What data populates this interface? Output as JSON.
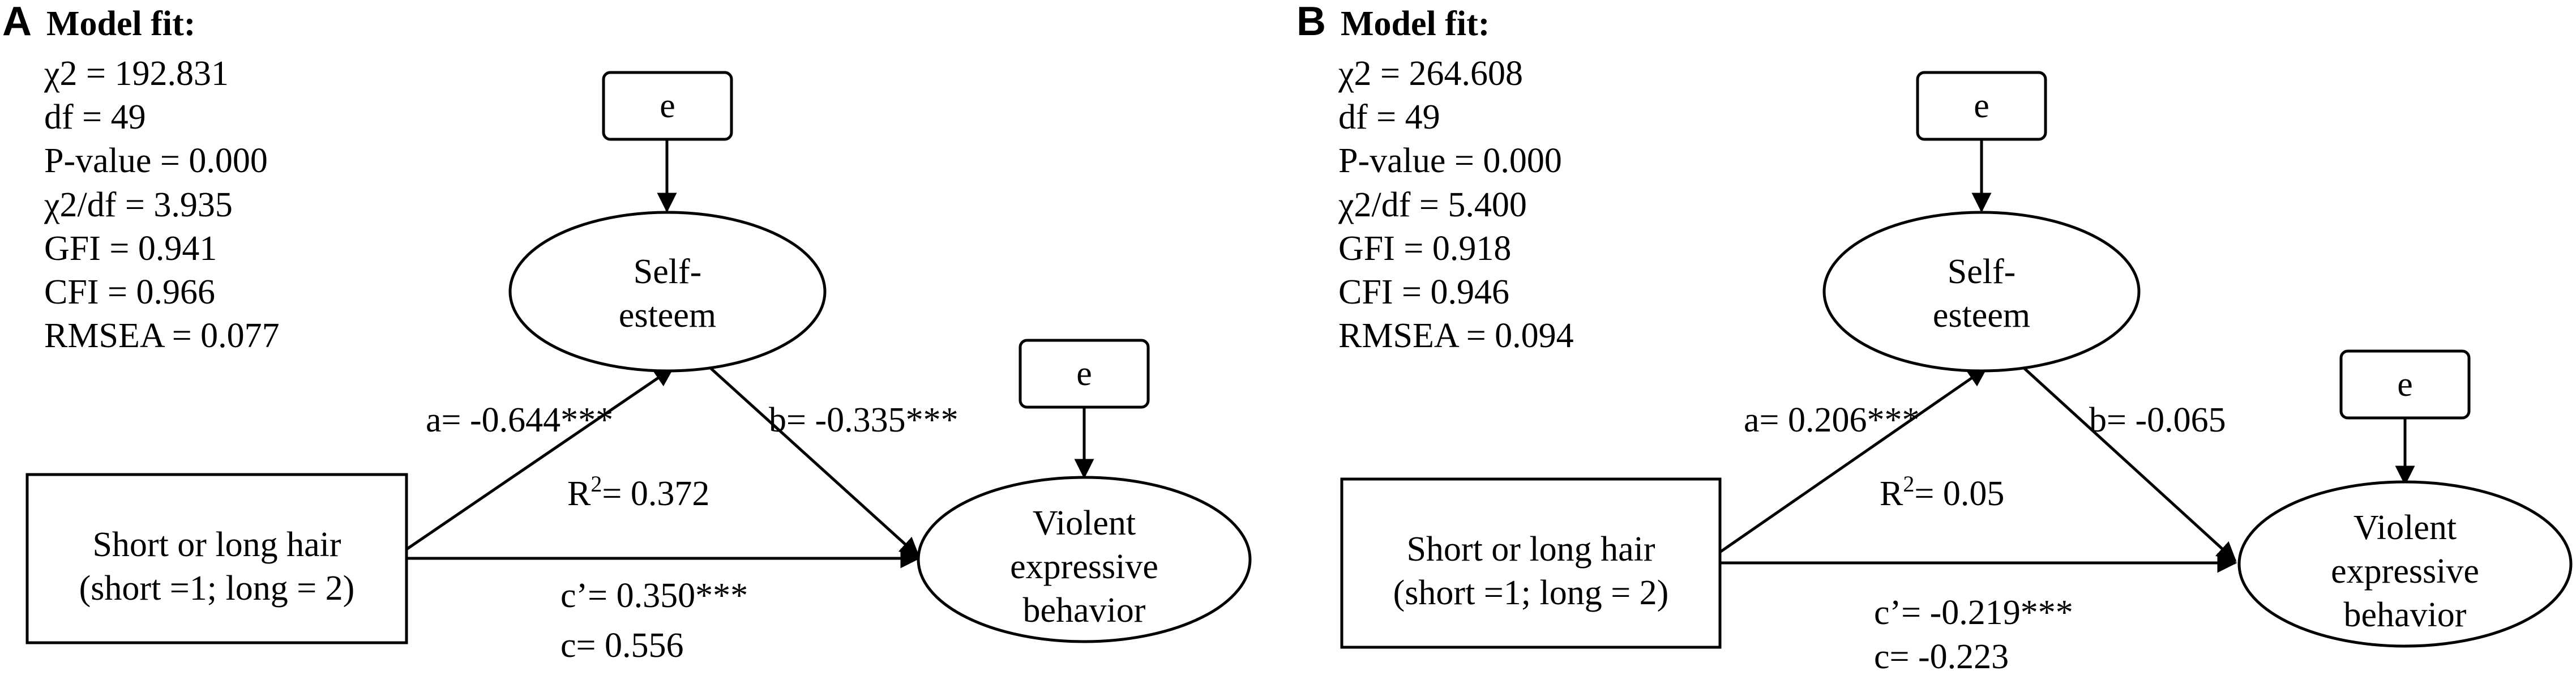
{
  "panels": [
    {
      "id": "A",
      "letter": "A",
      "fit_title": "Model fit:",
      "fit": [
        "χ2 = 192.831",
        "df = 49",
        "P-value = 0.000",
        "χ2/df = 3.935",
        "GFI = 0.941",
        "CFI = 0.966",
        "RMSEA = 0.077"
      ],
      "error_top": "e",
      "error_right": "e",
      "mediator": [
        "Self-",
        "esteem"
      ],
      "predictor": [
        "Short or long hair",
        "(short =1; long = 2)"
      ],
      "outcome": [
        "Violent",
        "expressive",
        "behavior"
      ],
      "path_a": "a= -0.644***",
      "path_b": "b= -0.335***",
      "r2_prefix": "R",
      "r2_sup": "2",
      "r2_value": "= 0.372",
      "path_c_prime": "c’= 0.350***",
      "path_c": "c= 0.556"
    },
    {
      "id": "B",
      "letter": "B",
      "fit_title": "Model fit:",
      "fit": [
        "χ2 = 264.608",
        "df = 49",
        "P-value = 0.000",
        "χ2/df = 5.400",
        "GFI = 0.918",
        "CFI = 0.946",
        "RMSEA = 0.094"
      ],
      "error_top": "e",
      "error_right": "e",
      "mediator": [
        "Self-",
        "esteem"
      ],
      "predictor": [
        "Short or long hair",
        "(short =1; long = 2)"
      ],
      "outcome": [
        "Violent",
        "expressive",
        "behavior"
      ],
      "path_a": "a= 0.206***",
      "path_b": "b= -0.065",
      "r2_prefix": "R",
      "r2_sup": "2",
      "r2_value": "= 0.05",
      "path_c_prime": "c’= -0.219***",
      "path_c": "c= -0.223"
    }
  ]
}
